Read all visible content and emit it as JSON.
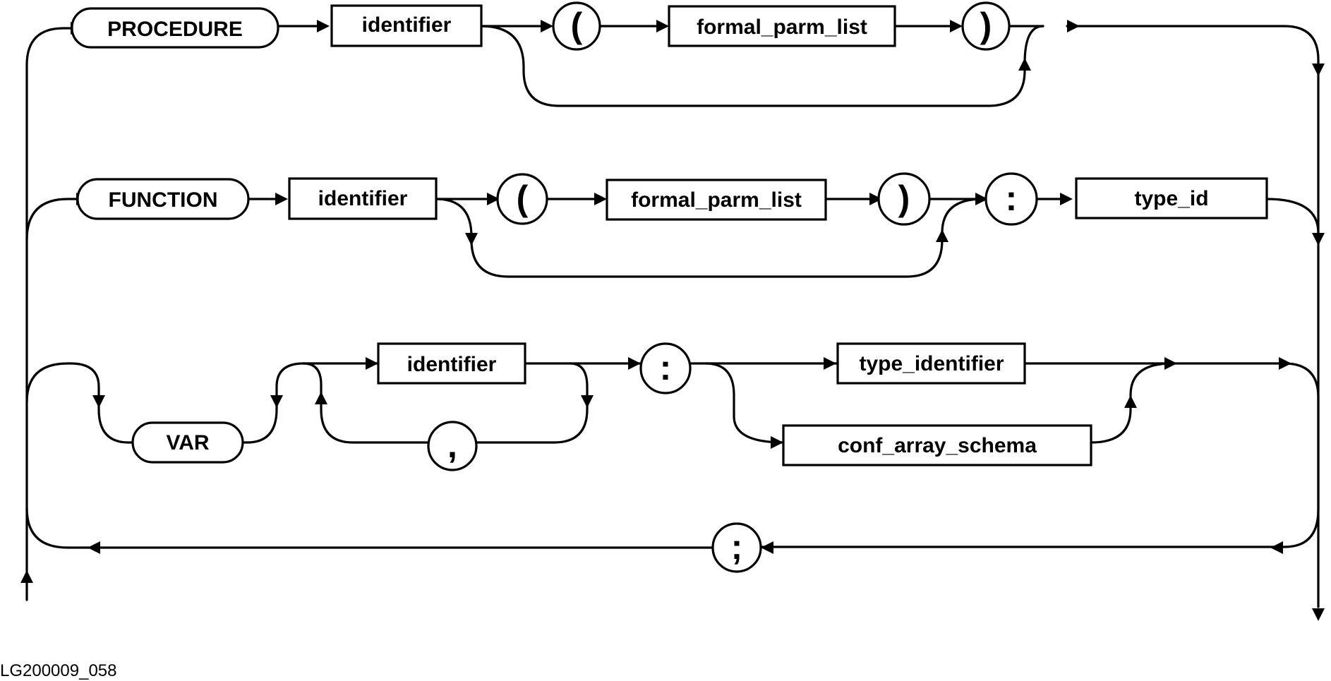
{
  "procedure_row": {
    "keyword": "PROCEDURE",
    "name": "identifier",
    "open_paren": "(",
    "params": "formal_parm_list",
    "close_paren": ")"
  },
  "function_row": {
    "keyword": "FUNCTION",
    "name": "identifier",
    "open_paren": "(",
    "params": "formal_parm_list",
    "close_paren": ")",
    "colon": ":",
    "result_type": "type_id"
  },
  "variable_row": {
    "var_keyword": "VAR",
    "name": "identifier",
    "comma": ",",
    "colon": ":",
    "type_option": "type_identifier",
    "schema_option": "conf_array_schema"
  },
  "separator": ";",
  "figure_code": "LG200009_058"
}
